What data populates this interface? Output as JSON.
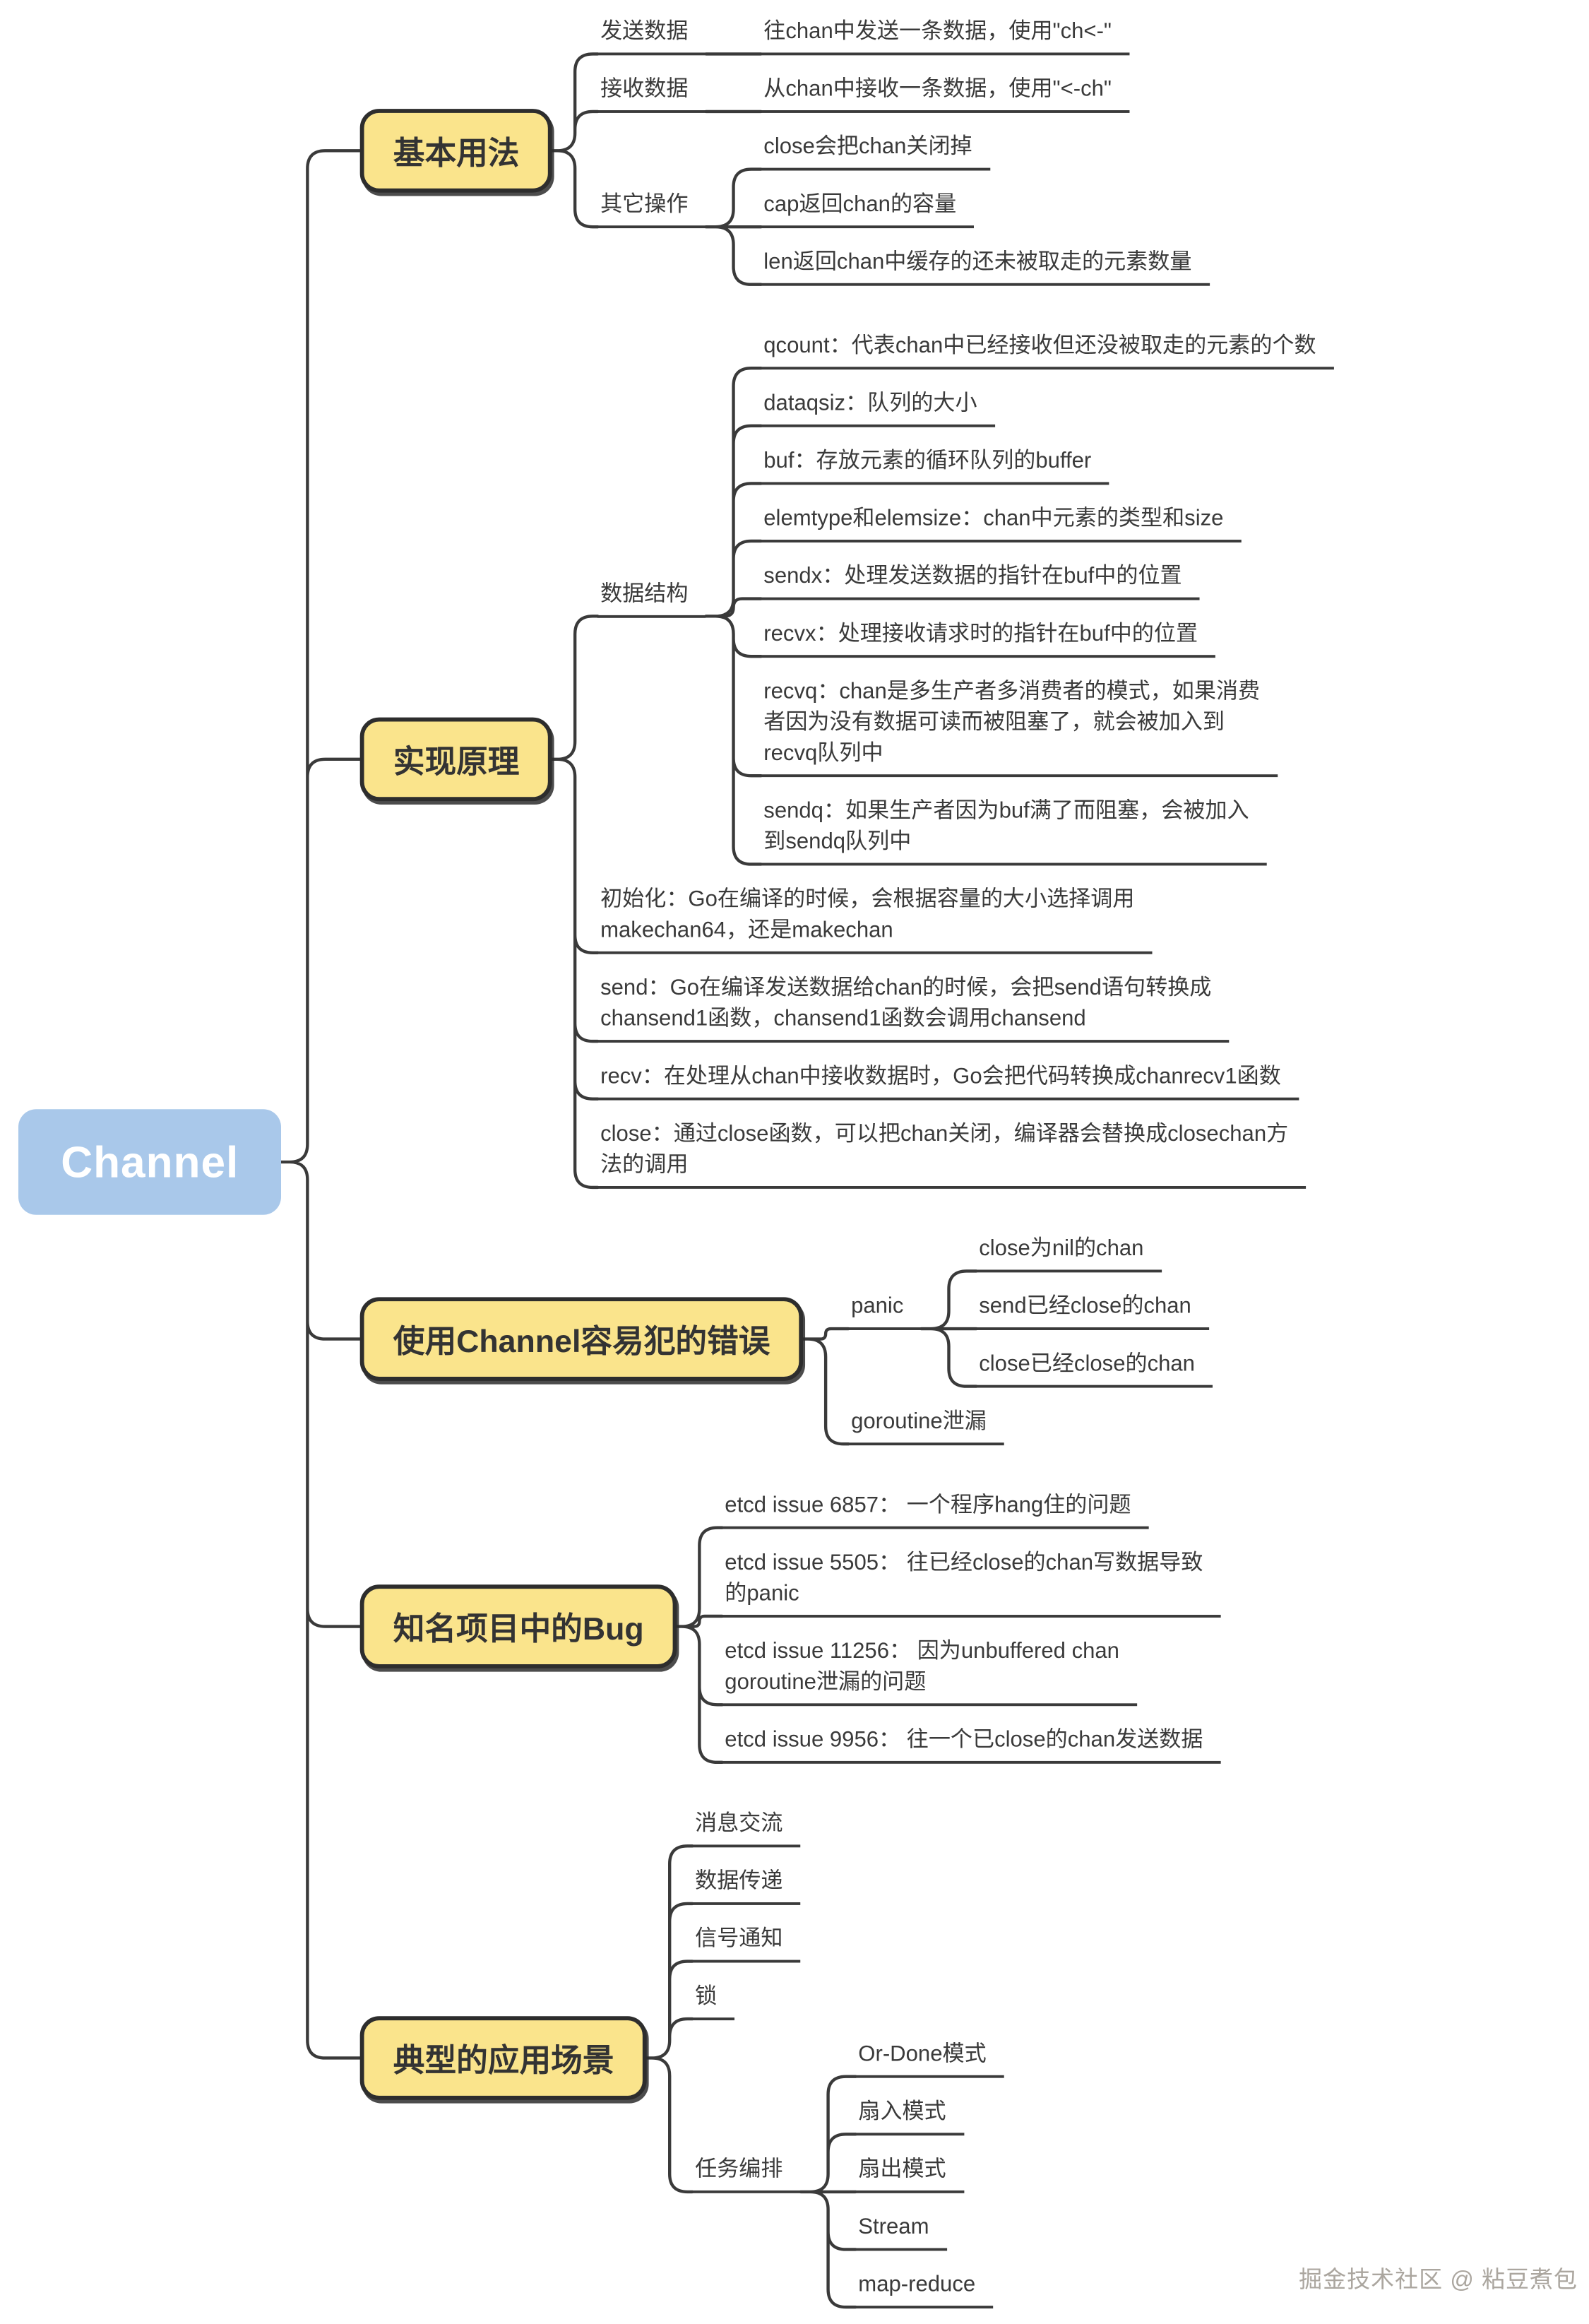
{
  "watermark": "掘金技术社区 @ 粘豆煮包",
  "colors": {
    "root_fill": "#a9c8ea",
    "root_text": "#ffffff",
    "topic_fill": "#fae48c",
    "topic_border": "#2d2d2d",
    "line": "#3a3a3a",
    "text": "#3a3a3a"
  },
  "root": {
    "label": "Channel",
    "children": [
      {
        "label": "基本用法",
        "children": [
          {
            "label": "发送数据",
            "children": [
              {
                "label": "往chan中发送一条数据，使用\"ch<-\""
              }
            ]
          },
          {
            "label": "接收数据",
            "children": [
              {
                "label": "从chan中接收一条数据，使用\"<-ch\""
              }
            ]
          },
          {
            "label": "其它操作",
            "children": [
              {
                "label": "close会把chan关闭掉"
              },
              {
                "label": "cap返回chan的容量"
              },
              {
                "label": "len返回chan中缓存的还未被取走的元素数量"
              }
            ]
          }
        ]
      },
      {
        "label": "实现原理",
        "children": [
          {
            "label": "数据结构",
            "children": [
              {
                "label": "qcount：代表chan中已经接收但还没被取走的元素的个数"
              },
              {
                "label": "dataqsiz：队列的大小"
              },
              {
                "label": "buf：存放元素的循环队列的buffer"
              },
              {
                "label": "elemtype和elemsize：chan中元素的类型和size"
              },
              {
                "label": "sendx：处理发送数据的指针在buf中的位置"
              },
              {
                "label": "recvx：处理接收请求时的指针在buf中的位置"
              },
              {
                "label": "recvq：chan是多生产者多消费者的模式，如果消费\n者因为没有数据可读而被阻塞了，就会被加入到\nrecvq队列中"
              },
              {
                "label": "sendq：如果生产者因为buf满了而阻塞，会被加入\n到sendq队列中"
              }
            ]
          },
          {
            "label": "初始化：Go在编译的时候，会根据容量的大小选择调用\nmakechan64，还是makechan"
          },
          {
            "label": "send：Go在编译发送数据给chan的时候，会把send语句转换成\nchansend1函数，chansend1函数会调用chansend"
          },
          {
            "label": "recv：在处理从chan中接收数据时，Go会把代码转换成chanrecv1函数"
          },
          {
            "label": "close：通过close函数，可以把chan关闭，编译器会替换成closechan方\n法的调用"
          }
        ]
      },
      {
        "label": "使用Channel容易犯的错误",
        "children": [
          {
            "label": "panic",
            "children": [
              {
                "label": "close为nil的chan"
              },
              {
                "label": "send已经close的chan"
              },
              {
                "label": "close已经close的chan"
              }
            ]
          },
          {
            "label": "goroutine泄漏"
          }
        ]
      },
      {
        "label": "知名项目中的Bug",
        "children": [
          {
            "label": "etcd issue 6857： 一个程序hang住的问题"
          },
          {
            "label": "etcd issue 5505： 往已经close的chan写数据导致\n的panic"
          },
          {
            "label": "etcd issue 11256： 因为unbuffered chan\ngoroutine泄漏的问题"
          },
          {
            "label": "etcd issue 9956： 往一个已close的chan发送数据"
          }
        ]
      },
      {
        "label": "典型的应用场景",
        "children": [
          {
            "label": "消息交流"
          },
          {
            "label": "数据传递"
          },
          {
            "label": "信号通知"
          },
          {
            "label": "锁"
          },
          {
            "label": "任务编排",
            "children": [
              {
                "label": "Or-Done模式"
              },
              {
                "label": "扇入模式"
              },
              {
                "label": "扇出模式"
              },
              {
                "label": "Stream"
              },
              {
                "label": "map-reduce"
              }
            ]
          }
        ]
      }
    ]
  }
}
